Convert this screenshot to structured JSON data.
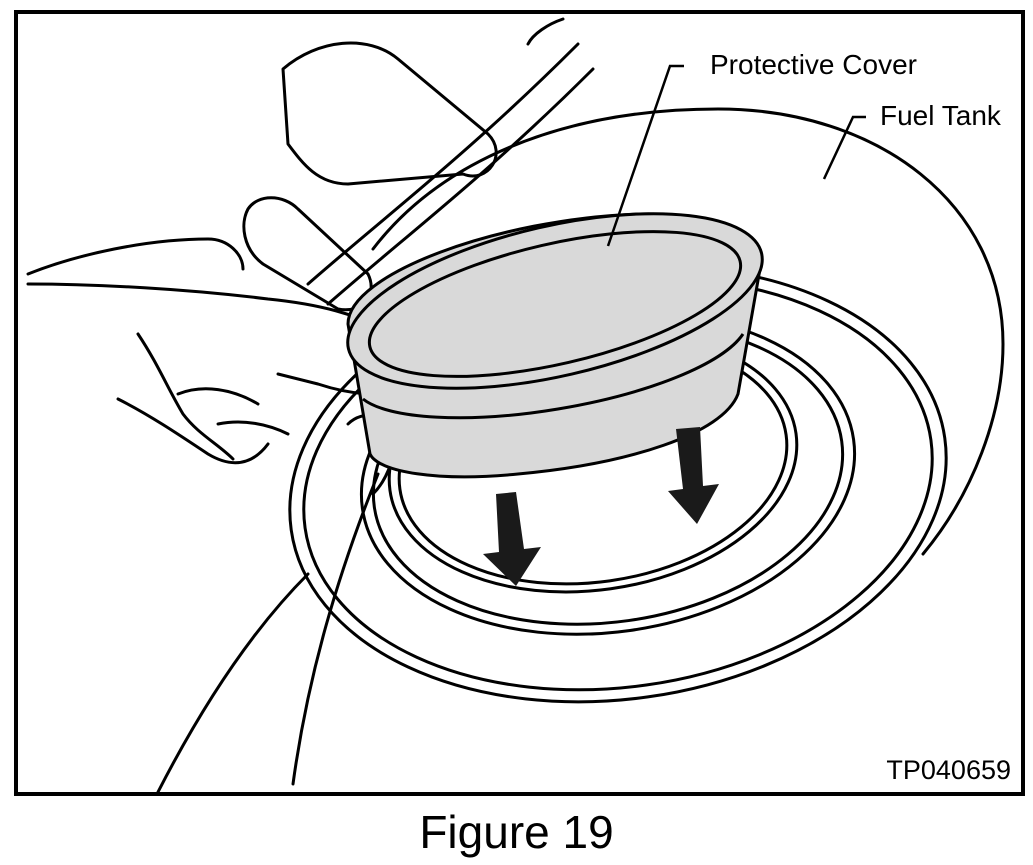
{
  "figure": {
    "caption": "Figure 19",
    "reference_code": "TP040659"
  },
  "callouts": {
    "protective_cover": "Protective Cover",
    "fuel_tank": "Fuel Tank"
  },
  "colors": {
    "line": "#000000",
    "cover_fill": "#d9d9d9",
    "background": "#ffffff"
  }
}
